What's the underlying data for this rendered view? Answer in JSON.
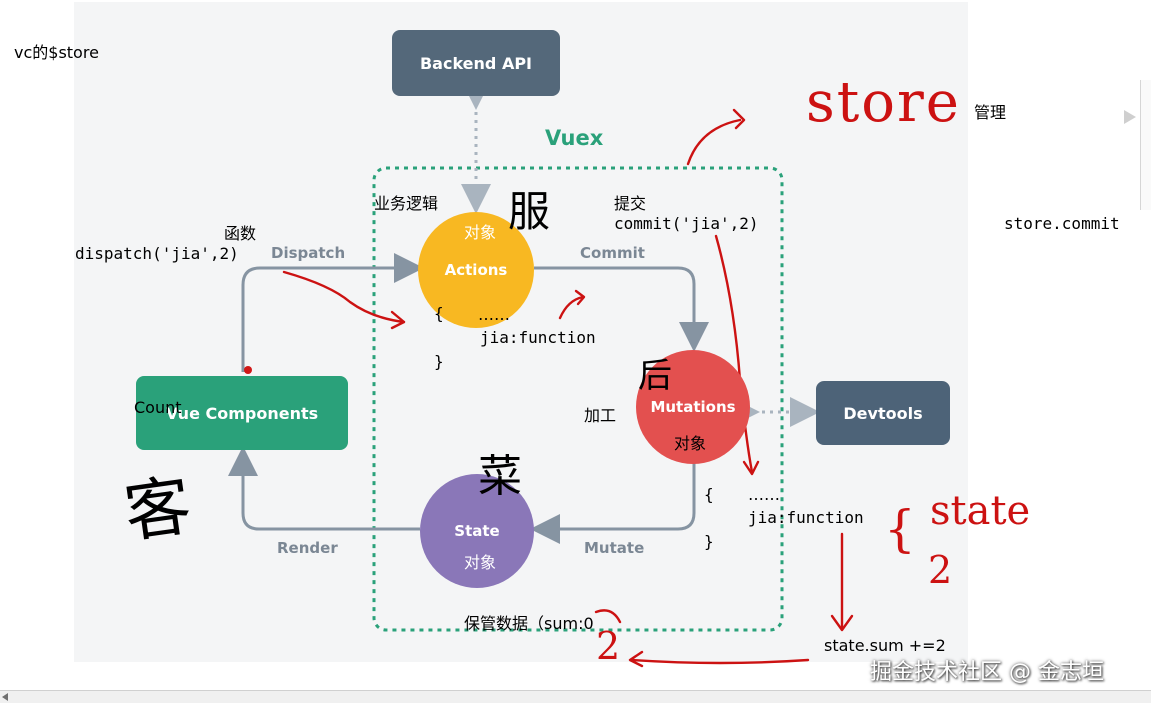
{
  "diagram": {
    "title": "Vuex",
    "nodes": {
      "backend_api": "Backend API",
      "actions": "Actions",
      "mutations": "Mutations",
      "state": "State",
      "vue_components": "Vue Components",
      "devtools": "Devtools"
    },
    "edges": {
      "dispatch": "Dispatch",
      "commit": "Commit",
      "mutate": "Mutate",
      "render": "Render"
    }
  },
  "annotations": {
    "vc_store": "vc的$store",
    "guanli": "管理",
    "store_commit": "store.commit",
    "hanshu": "函数",
    "dispatch_call": "dispatch('jia',2)",
    "yewu_luoji": "业务逻辑",
    "tijiao": "提交",
    "commit_call": "commit('jia',2)",
    "duixiang_actions": "对象",
    "dots_actions": "……",
    "brace_open_actions": "{",
    "jia_function_actions": "jia:function",
    "brace_close_actions": "}",
    "count": "Count",
    "jiagong": "加工",
    "duixiang_mutations": "对象",
    "brace_open_mutations": "{",
    "dots_mutations": "……",
    "jia_function_mutations": "jia:function",
    "brace_close_mutations": "}",
    "duixiang_state": "对象",
    "baoguan": "保管数据（sum:0",
    "state_sum": "state.sum +=2",
    "watermark": "掘金技术社区 @ 金志垣"
  },
  "handwriting": {
    "store": "store",
    "state": "state",
    "brace": "{",
    "two_state": "2",
    "two_bottom": "2",
    "fu": "服",
    "hou": "后",
    "cai": "菜",
    "ke": "客"
  },
  "colors": {
    "backend": "#54687a",
    "actions": "#f8b822",
    "mutations": "#e3504f",
    "state": "#8a77b8",
    "vue": "#2aa17a",
    "devtools": "#4d6378",
    "vuex_title": "#2aa17a",
    "dashed_border": "#2aa17a",
    "ink": "#cc1212"
  }
}
